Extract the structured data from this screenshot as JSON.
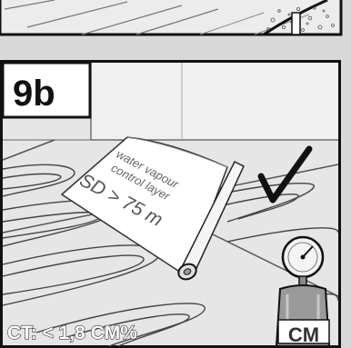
{
  "step_label": "9b",
  "membrane": {
    "line1": "water vapour",
    "line2": "control layer",
    "line3": "SD > 75 m"
  },
  "ct_label": "CT: < 1,8 CM%",
  "device_label": "CM",
  "colors": {
    "background": "#d9d9d9",
    "panel_fill": "#e7e7e7",
    "outline": "#111111"
  }
}
